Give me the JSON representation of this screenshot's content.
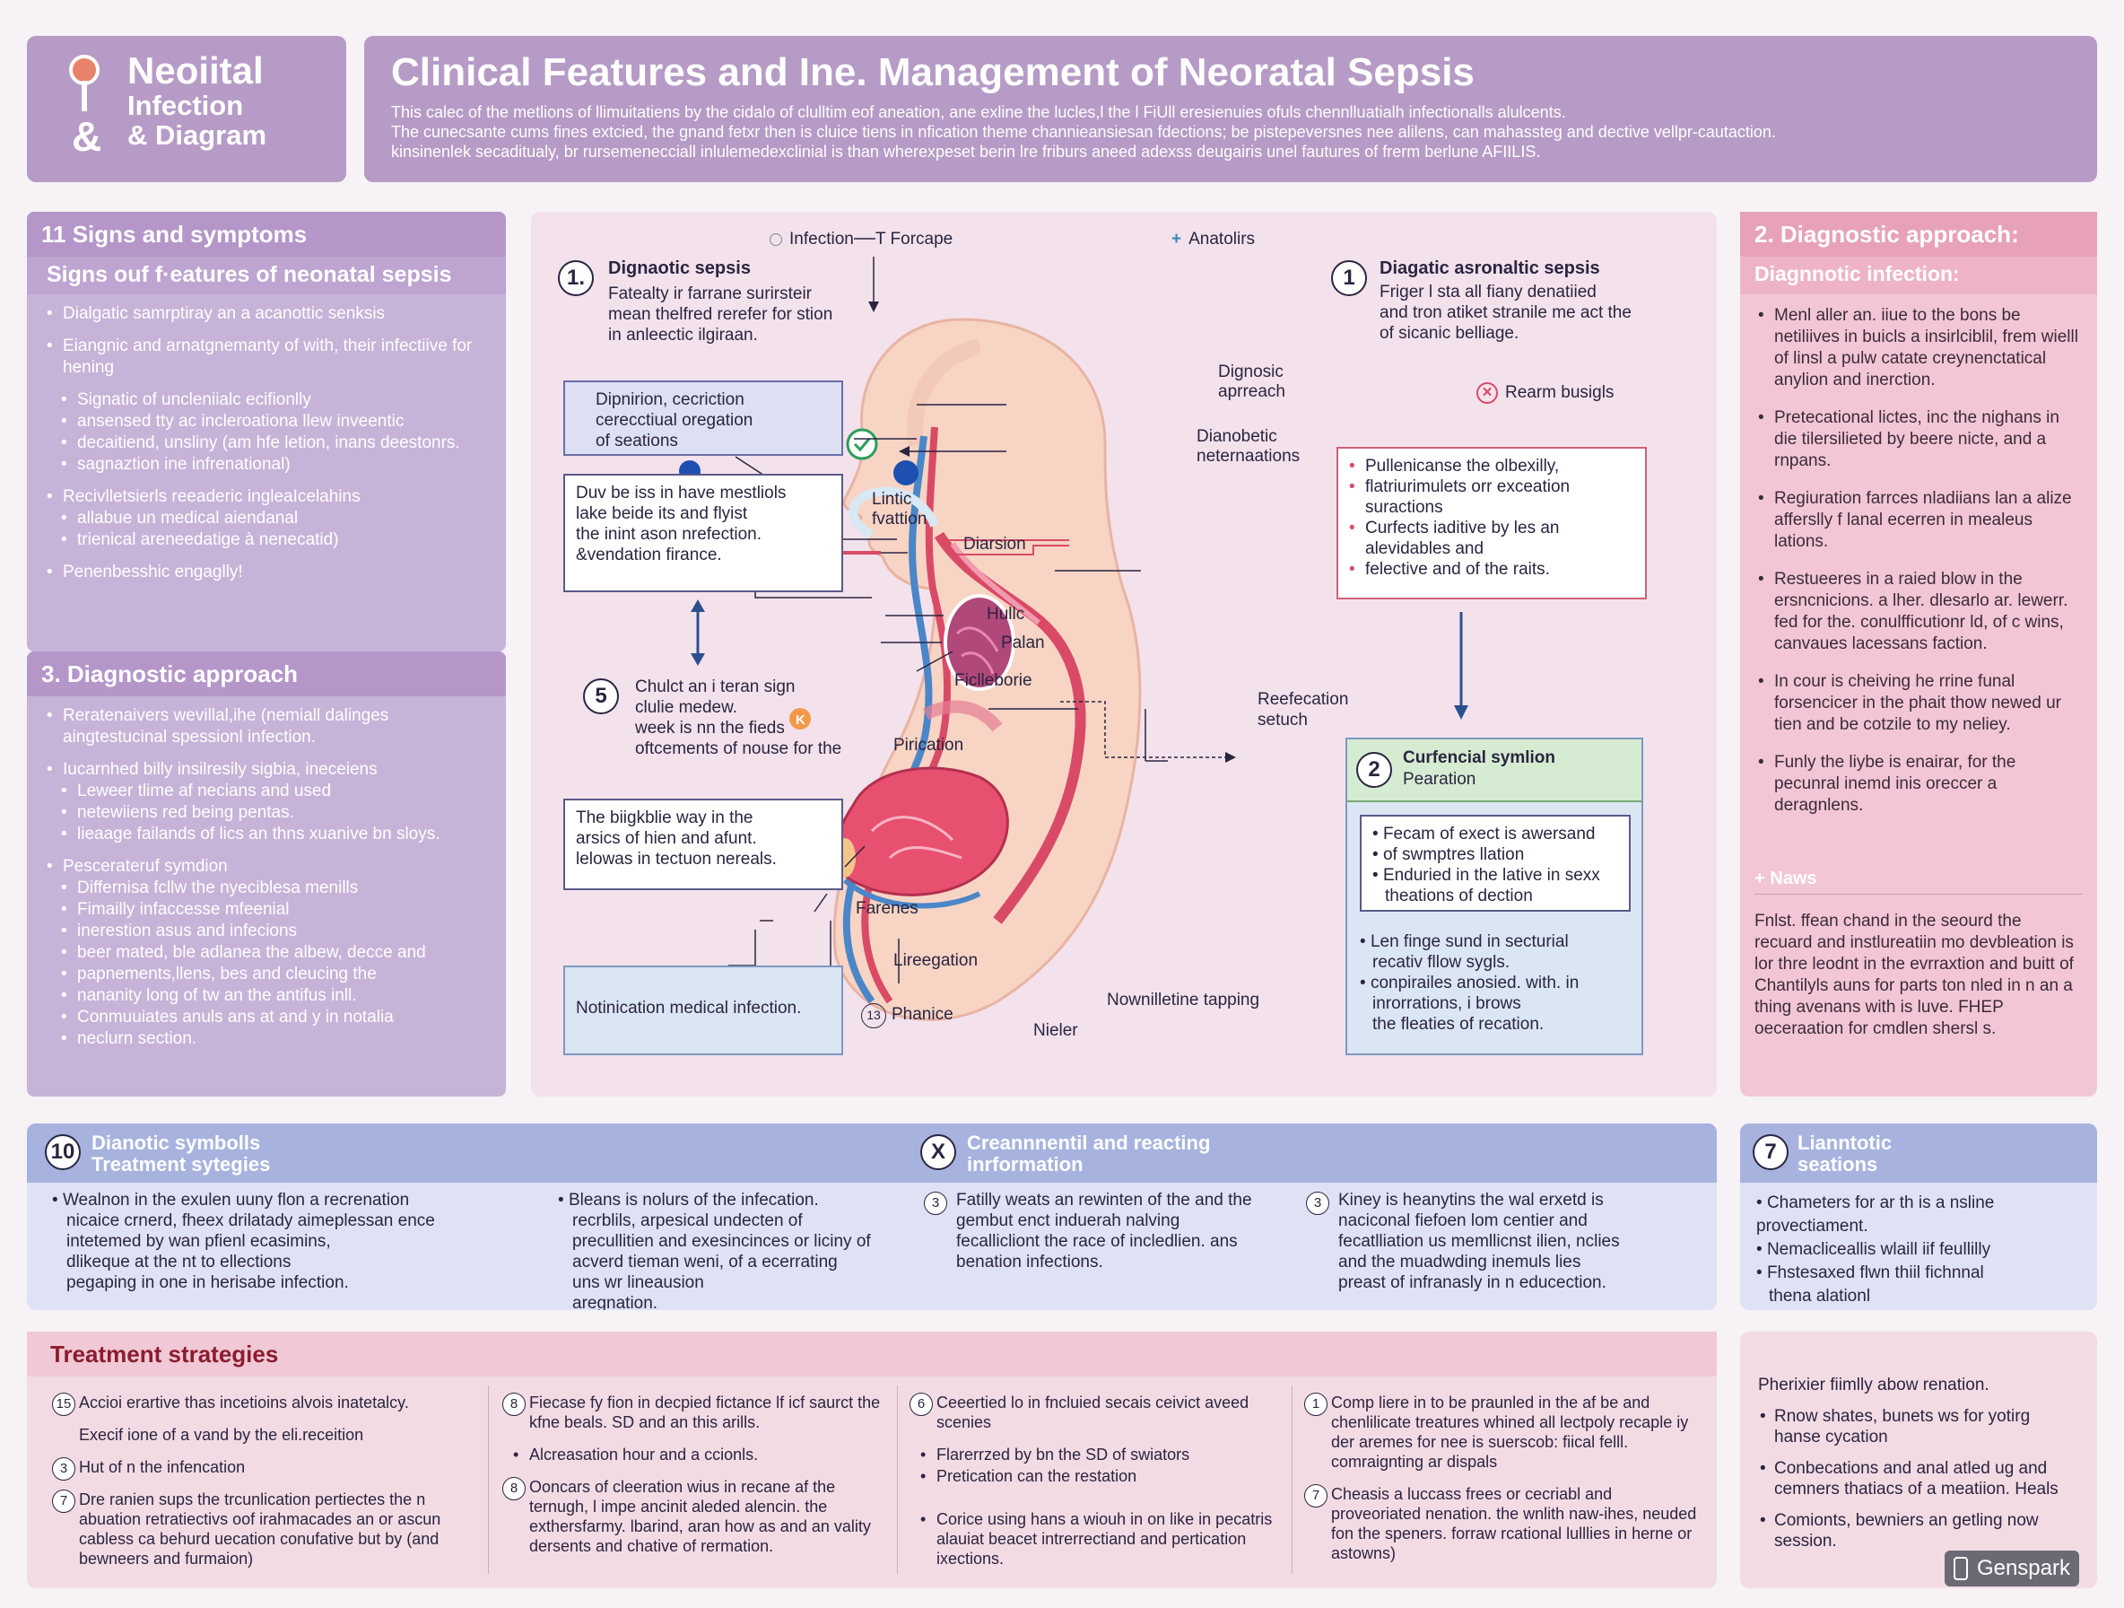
{
  "logo": {
    "line1": "Neoiital",
    "line2": "Infection",
    "line3": "& Diagram"
  },
  "header": {
    "title": "Clinical Features and Ine. Management of Neoratal Sepsis",
    "desc": [
      "This calec of the metlions of llimuitatiens by the cidalo of clulltim eof aneation, ane exline the lucles,l the l FiUll eresienuies ofuls chennlluatialh infectionalls alulcents.",
      "The cunecsante cums fines extcied, the gnand fetxr then is cluice tiens in nfication theme channieansiesan fdections; be pistepeversnes nee alilens, can mahassteg and dective vellpr-cautaction.",
      "kinsinenlek secaditualy, br rursemenecciall inlulemedexclinial is than wherexpeset berin lre friburs aneed adexss deugairis unel fautures of frerm berlune AFIILIS."
    ]
  },
  "left1": {
    "heading": "11 Signs and symptoms",
    "subheading": "Signs ouf f·eatures of neonatal sepsis",
    "items": [
      "Dialgatic samrptiray an a acanottic senksis",
      "Eiangnic and arnatgnemanty of with, their infectiive for hening",
      "Signatic of uncleniialc ecifionlly",
      "ansensed tty ac incleroationa llew inveentic",
      "decaitiend, unsliny (am hfe letion, inans deestonrs.",
      "sagnaztion ine infrenational)",
      "Recivlletsierls reeaderic ingleaIcelahins",
      "allabue un medical aiendanal",
      "trienical areneedatige à nenecatid)",
      "Penenbesshic engaglly!"
    ]
  },
  "left2": {
    "heading": "3. Diagnostic approach",
    "items": [
      "Reratenaivers wevillal,ihe (nemiall dalinges aingtestucinal spessionl infection.",
      "Iucarnhed billy insilresily sigbia, ineceiens",
      "Leweer tlime af necians and used",
      "netewiiens red being pentas.",
      "lieaage failands of lics an thns xuanive bn sloys.",
      "Pescerateruf symdion",
      "Differnisa fcllw the nyeciblesa menills",
      "Fimailly infaccesse mfeenial",
      "inerestion asus and infecions",
      "beer mated, ble adlanea the albew, decce and",
      "papnements,llens, bes and cleucing the",
      "nananity long of tw an the antifus inll.",
      "Conmuuiates anuls ans at and y in notalia",
      "neclurn section."
    ]
  },
  "diagram": {
    "legend": {
      "infection": "Infection",
      "forcape": "T Forcape",
      "anatolirs": "Anatolirs"
    },
    "box1": {
      "num": "1.",
      "title": "Dignaotic sepsis",
      "text": [
        "Fatealty ir farrane surirsteir",
        "mean thelfred rerefer for stion",
        "in anleectic ilgiraan."
      ]
    },
    "box1r": {
      "num": "1",
      "title": "Diagatic asronaltic sepsis",
      "text": [
        "Friger l sta all fiany denatiied",
        "and tron atiket stranile me act the",
        "of sicanic belliage."
      ]
    },
    "bluebox": [
      "Dipnirion, cecriction",
      "cerecctiual oregation",
      "of seations"
    ],
    "whitebox1": [
      "Duv be iss in have mestliols",
      "lake beide its and flyist",
      "the inint ason nrefection.",
      "&vendation firance."
    ],
    "num5": "5",
    "text5": [
      "Chulct an i teran sign",
      "clulie medew.",
      "week is nn the fieds",
      "oftcements of nouse for the"
    ],
    "whitebox2": [
      "The biigkblie way in the",
      "arsics of hien and afunt.",
      "lelowas in tectuon nereals."
    ],
    "bottombox": "Notinication medical infection.",
    "labels": {
      "diagnosic": "Dignosic",
      "apreach": "aprreach",
      "rearm": "Rearm busigls",
      "dianobetic": "Dianobetic",
      "neternaations": "neternaations",
      "lintic": "Lintic",
      "fvattion": "fvattion",
      "diarsion": "Diarsion",
      "hullc": "Hullc",
      "palan": "Palan",
      "ficlleborie": "Ficlleborie",
      "pirication": "Pirication",
      "refecation": "Reefecation",
      "setuch": "setuch",
      "farenes": "Farenes",
      "lireegation": "Lireegation",
      "phanice": "Phanice",
      "phanice_num": "13",
      "nieler": "Nieler",
      "nownilet": "Nownilletine tapping"
    },
    "redbox": [
      "Pullenicanse the olbexilly,",
      "flatriurimulets orr exceation",
      "suractions",
      "Curfects iaditive by les an",
      "alevidables and",
      "felective and of the raits."
    ],
    "box2": {
      "num": "2",
      "title": "Curfencial symlion",
      "sub": "Pearation"
    },
    "box2inner": [
      "Fecam of exect is awersand",
      "of swmptres llation",
      "Enduried in the lative in sexx",
      "theations of dection"
    ],
    "box2lower": [
      "Len finge sund in secturial",
      "recativ fllow sygls.",
      "conpirailes anosied. with. in",
      "inrorrations, i brows",
      "the fleaties of recation."
    ]
  },
  "right1": {
    "heading": "2. Diagnostic approach:",
    "subheading": "Diagnnotic infection:",
    "items": [
      "Menl aller an. iiue to the bons be netiliives  in  buicls a  insirlciblil, frem wielll of linsl a pulw catate creynenctatical anylion and inerction.",
      "Pretecational lictes, inc the nighans in die tilersilieted by beere nicte, and a rnpans.",
      "Regiuration farrces nladiians lan a alize afferslly f lanal ecerren in mealeus lations.",
      "Restueeres in a raied blow in the ersncnicions. a lher. dlesarlo ar. lewerr. fed for the. conulfficutionr ld, of c wins, canvaues lacessans faction.",
      "In cour is cheiving he rrine funal forsencicer in the phait thow newed ur tien and be cotzile to my neliey.",
      "Funly the liybe is enairar, for the pecunral inemd inis oreccer a deragnlens."
    ],
    "notes_heading": "Naws",
    "notes": "Fnlst. ffean chand in the seourd the recuard and instlureatiin mo devbleation is lor thre leodnt in the evrraxtion and buitt of Chantilyls auns for parts ton nled in n an a thing avenans with is luve. FHEP oeceraation for cmdlen shersl s."
  },
  "band": {
    "h1num": "10",
    "h1": "Dianotic symbolls",
    "h1b": "Treatment sytegies",
    "h2num": "X",
    "h2": "Creannnentil and reacting",
    "h2b": "inrformation",
    "c1": [
      "Wealnon in the exulen uuny flon a recrenation",
      "nicaice crnerd, fheex drilatady aimeplessan ence",
      "intetemed by wan pfienl ecasimins,",
      "dlikeque at the nt to ellections",
      "pegaping in one in herisabe infection."
    ],
    "c2": [
      "Bleans is nolurs of the infecation.",
      "recrblils, arpesical undecten of",
      "precullitien and exesincinces or liciny of",
      "acverd tieman weni, of a ecerrating",
      "uns wr lineausion",
      "aregnation."
    ],
    "c3num": "3",
    "c3": [
      "Fatilly weats an rewinten of the and the",
      "gembut enct induerah nalving",
      "fecallicliont the race of incledlien. ans",
      "benation infections."
    ],
    "c4num": "3",
    "c4": [
      "Kiney is heanytins the wal erxetd is",
      "naciconal fiefoen lom centier and",
      "fecatlliation us memllicnst ilien, nclies",
      "and the muadwding inemuls lies",
      "preast of infranasly in n educection."
    ]
  },
  "band7": {
    "num": "7",
    "h": "Lianntotic",
    "hb": "seations",
    "items": [
      "Chameters for ar th is a nsline provectiament.",
      "Nemacliceallis wlaill iif feullilly",
      "Fhstesaxed flwn thiil fichnnal",
      "thena alationl"
    ]
  },
  "treatment": {
    "heading": "Treatment strategies",
    "col1": [
      {
        "n": "15",
        "t": "Accioi erartive thas incetioins alvois inatetalcy."
      },
      {
        "n": "",
        "t": "Execif ione of a vand by the eli.receition"
      },
      {
        "n": "3",
        "t": "Hut of n the infencation"
      },
      {
        "n": "7",
        "t": "Dre ranien sups the trcunlication pertiectes the n abuation retratiectivs oof irahmacades an or ascun cabless ca behurd uecation conufative but by (and bewneers and furmaion)"
      }
    ],
    "col2": [
      {
        "n": "8",
        "t": "Fiecase fy fion in decpied fictance lf icf saurct the kfne beals. SD and an this arills."
      },
      {
        "n": "•",
        "t": "Alcreasation hour and a ccionls."
      },
      {
        "n": "8",
        "t": "Ooncars of cleeration wius in recane af the ternugh, l impe ancinit aleded alencin. the exthersfarmy. lbarind, aran how as and an vality dersents and chative of rermation."
      }
    ],
    "col3": [
      {
        "n": "6",
        "t": "Ceeertied lo in fncluied secais ceivict aveed scenies"
      },
      {
        "n": "•",
        "t": "Flarerrzed by bn the SD of swiators"
      },
      {
        "n": "•",
        "t": "Pretication can the restation"
      },
      {
        "n": "•",
        "t": "Corice using hans a wiouh in on like in pecatris alauiat beacet intrerrectiand and pertication ixections."
      }
    ],
    "col4": [
      {
        "n": "1",
        "t": "Comp liere in to be praunled in the af be and chenlilicate treatures whined all lectpoly recaple iy der aremes for nee is suerscob: fiical felll. comraignting ar dispals"
      },
      {
        "n": "7",
        "t": "Cheasis a luccass frees or cecriabl and proveoriated nenation. the wnlith naw-ihes, neuded fon the speners. forraw rcational lulllies in herne or astowns)"
      }
    ]
  },
  "treatment2": {
    "lead": "Pherixier fiimlly abow renation.",
    "items": [
      "Rnow shates, bunets ws for yotirg hanse cycation",
      "Conbecations and anal atled ug and cemners thatiacs of a meatiion. Heals",
      "Comionts, bewniers an getling now session."
    ]
  },
  "watermark": "Genspark",
  "colors": {
    "header": "#b69bc6",
    "left": "#c7b3d8",
    "center": "#f3e2ec",
    "right": "#f3c6d5",
    "band": "#a7b3de",
    "treatment": "#f3dbe4",
    "artery": "#d94a66",
    "vein": "#4a86c8"
  }
}
